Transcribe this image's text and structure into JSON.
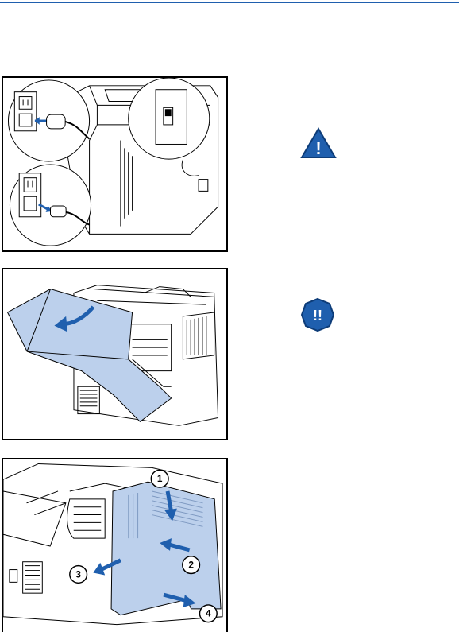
{
  "colors": {
    "accent": "#1f5fae",
    "panel_blue": "#bcd0ec",
    "line": "#000000"
  },
  "figures": [
    {
      "id": "unplug-power-cord",
      "icons": [
        "power-switch-icon",
        "plug-icon"
      ]
    },
    {
      "id": "open-rear-cover",
      "icons": [
        "arrow-icon"
      ]
    },
    {
      "id": "remove-side-panel",
      "callouts": [
        "1",
        "2",
        "3",
        "4"
      ]
    }
  ],
  "alerts": [
    {
      "icon": "warning-triangle-icon",
      "symbol": "!"
    },
    {
      "icon": "caution-badge-icon",
      "symbol": "!!"
    }
  ]
}
